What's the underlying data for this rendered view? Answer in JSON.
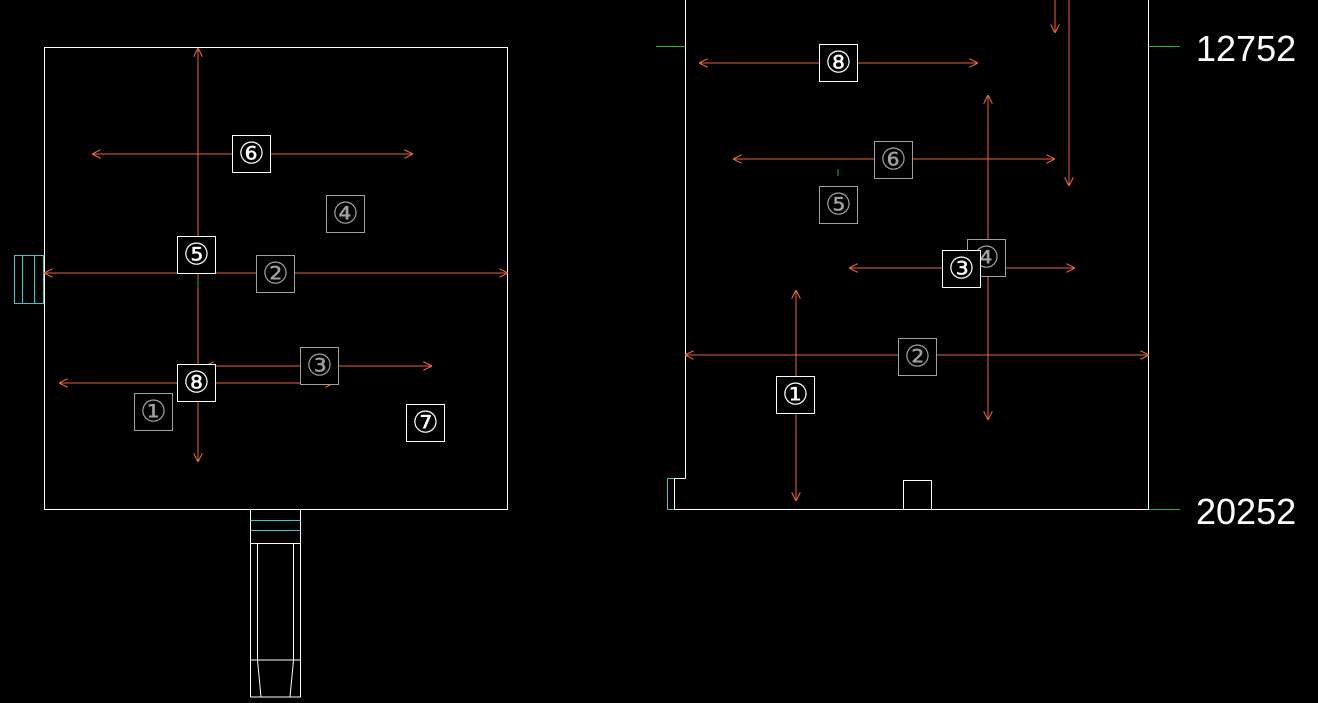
{
  "colors": {
    "background": "#000000",
    "wall": "#ffffff",
    "arrow": "#e8643c",
    "guide": "#22b14c",
    "door": "#3ec8c8",
    "marker_bright": "#ffffff",
    "marker_dim": "#a0a0a0"
  },
  "dimensions": {
    "upper": "12752",
    "lower": "20252"
  },
  "left_plan": {
    "markers": [
      {
        "id": "m1",
        "label": "①",
        "tone": "dim"
      },
      {
        "id": "m2",
        "label": "②",
        "tone": "dim"
      },
      {
        "id": "m3",
        "label": "③",
        "tone": "dim"
      },
      {
        "id": "m4",
        "label": "④",
        "tone": "dim"
      },
      {
        "id": "m5",
        "label": "⑤",
        "tone": "bright"
      },
      {
        "id": "m6",
        "label": "⑥",
        "tone": "bright"
      },
      {
        "id": "m7",
        "label": "⑦",
        "tone": "bright"
      },
      {
        "id": "m8",
        "label": "⑧",
        "tone": "bright"
      }
    ]
  },
  "right_plan": {
    "markers": [
      {
        "id": "m1",
        "label": "①",
        "tone": "bright"
      },
      {
        "id": "m2",
        "label": "②",
        "tone": "dim"
      },
      {
        "id": "m3",
        "label": "③",
        "tone": "bright"
      },
      {
        "id": "m4",
        "label": "④",
        "tone": "dim"
      },
      {
        "id": "m5",
        "label": "⑤",
        "tone": "dim"
      },
      {
        "id": "m6",
        "label": "⑥",
        "tone": "dim"
      },
      {
        "id": "m8",
        "label": "⑧",
        "tone": "bright"
      }
    ]
  }
}
